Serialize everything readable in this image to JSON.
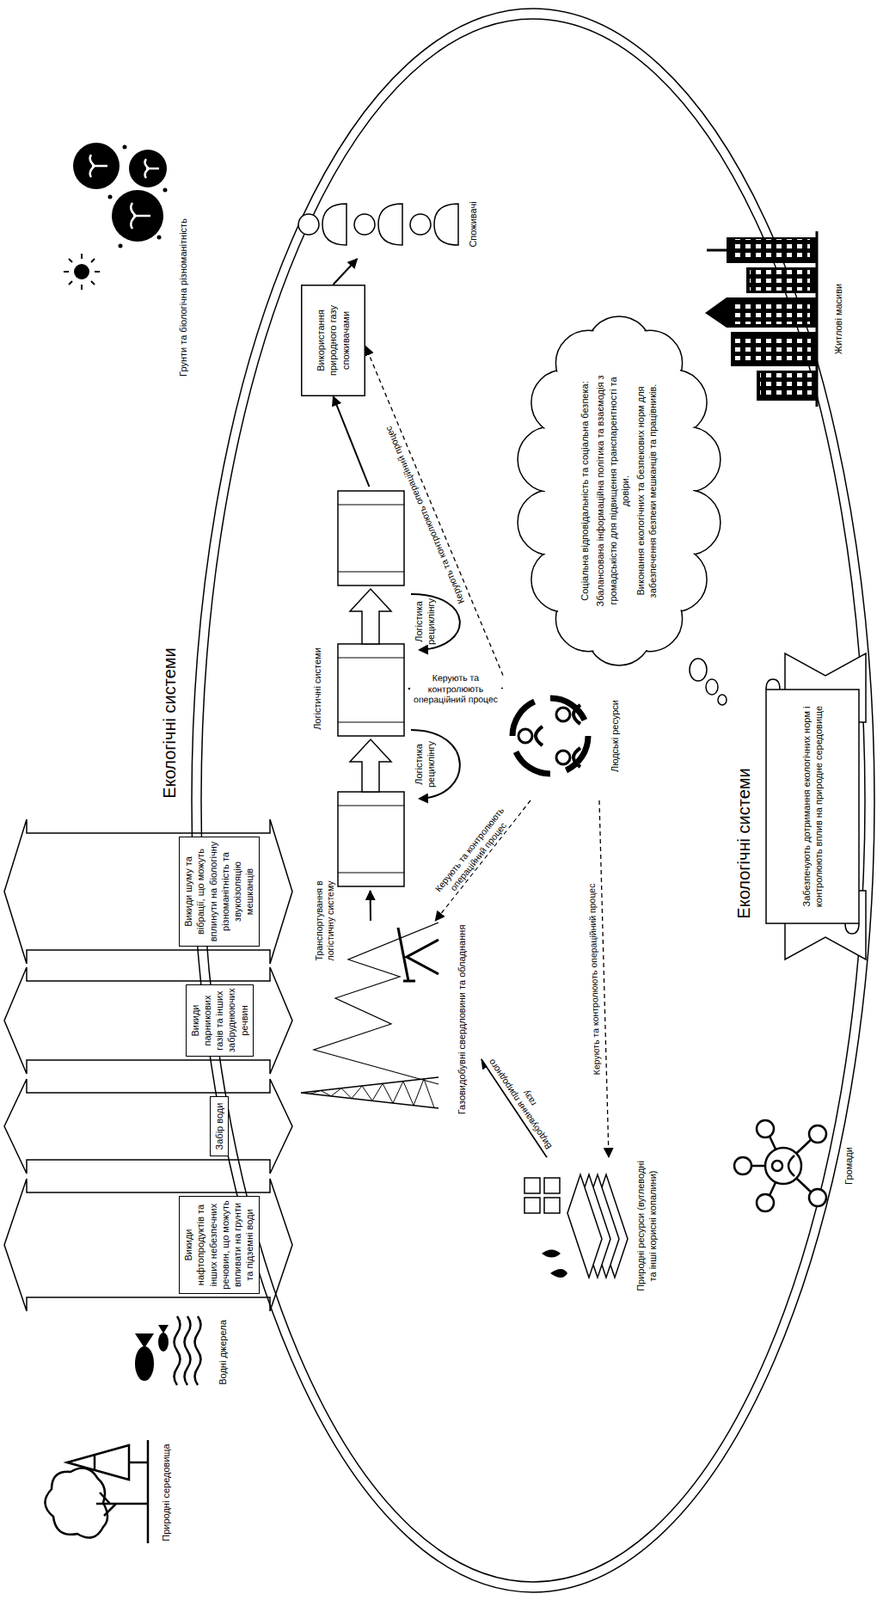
{
  "diagram": {
    "nodes": [
      {
        "text": [
          "Викиди шуму та вібрації, що можуть вплинути на біологічну різноманітність та звукоізоляцію мешканців"
        ]
      },
      {
        "text": [
          "Викиди парникових газів та інших забруднюючих речвин"
        ]
      },
      {
        "text": [
          "Забір води"
        ]
      },
      {
        "text": [
          "Викиди нафтопродуктів та інших небезпечних речовин, що можуть впливати на грунти та підземні води"
        ]
      },
      {
        "text": [
          "Природні ресурси (вуглеводні та інші корисні копалини)"
        ]
      },
      {
        "text": [
          "Газовидобувні свердловини та обладнання"
        ]
      },
      {
        "text": [
          "Логістичні системи"
        ]
      },
      {
        "text": [
          "Використання природного газу споживачами"
        ]
      },
      {
        "text": [
          "Споживачі"
        ]
      },
      {
        "text": [
          "Людські ресурси"
        ]
      },
      {
        "text": [
          "Соціальна відповідальність та соціальна безпека:",
          "Збалансована інформаційна політика та взаємодія з громадськістю для підвищення транспарентності та довіри.",
          "Виконання екологічних та безпекових норм для забезпечення безпеки мешканців та працівників."
        ]
      },
      {
        "text": [
          "Забезпечують дотримання екологічних норм і контролюють вплив на природне середовище"
        ]
      }
    ],
    "edges": [
      {
        "from": 4,
        "to": 5,
        "arrow": "to",
        "label": "Видобування природного газу"
      },
      {
        "from": 5,
        "to": 6,
        "arrow": "to",
        "label": "Транспортування в логістичну систему"
      },
      {
        "from": 6,
        "to": 7,
        "arrow": "to"
      },
      {
        "from": 7,
        "to": 8,
        "arrow": "to"
      },
      {
        "from": 9,
        "to": 5,
        "arrow": "to",
        "label": "Керують та контролюють операційний процес"
      },
      {
        "from": 9,
        "to": 6,
        "arrow": "to",
        "label": "Керують та контролюють операційний процес"
      },
      {
        "from": 9,
        "to": 7,
        "arrow": "to",
        "label": "Керують та контролюють операційний процес"
      },
      {
        "from": 9,
        "to": 4,
        "arrow": "to",
        "label": "Керують та контролюють операційний процес"
      }
    ],
    "labels": [
      "Екологічні системи",
      "Екологічні системи",
      "Логістика рециклінгу",
      "Логістика рециклінгу",
      "Грунти та біологічна різноманітність",
      "Водні джерела",
      "Природні середовища",
      "Громади",
      "Житлові масиви"
    ]
  }
}
